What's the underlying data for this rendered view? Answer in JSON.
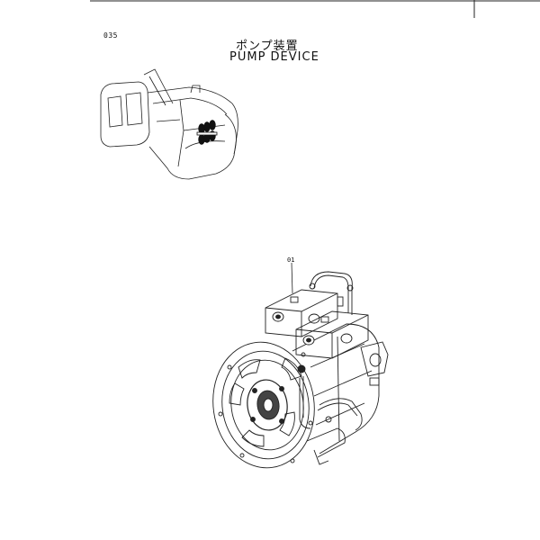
{
  "page": {
    "number": "035",
    "title_ja": "ポンプ装置",
    "title_en": "PUMP DEVICE"
  },
  "callouts": [
    {
      "label": "01"
    }
  ],
  "illustrations": {
    "locator": "excavator-pump-location",
    "main": "pump-device-assembly"
  }
}
